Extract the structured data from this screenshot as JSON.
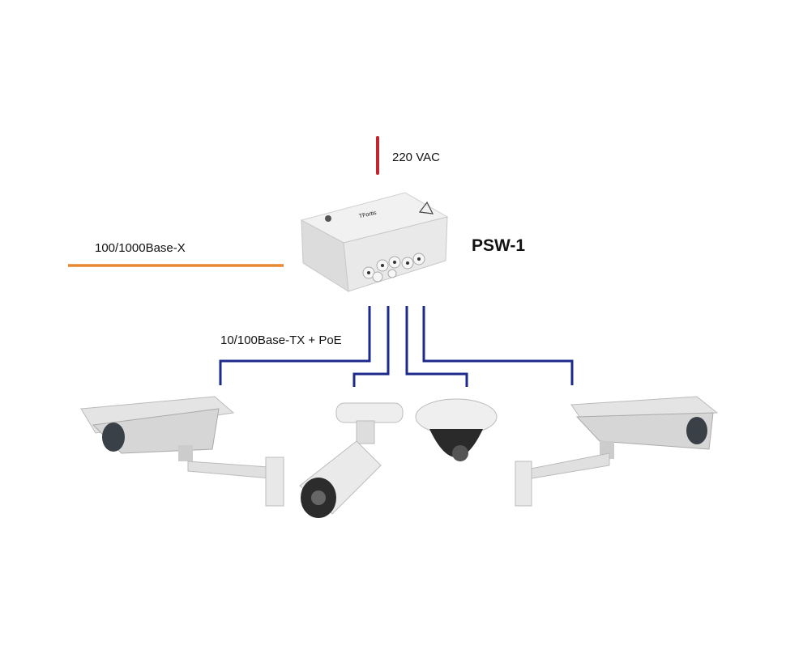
{
  "labels": {
    "power": "220 VAC",
    "uplink": "100/1000Base-X",
    "device": "PSW-1",
    "downlink": "10/100Base-TX + PoE",
    "box_brand": "TFortis"
  },
  "colors": {
    "power_line": "#c0262b",
    "uplink_line": "#e8892f",
    "poe_line": "#1c2a8c"
  },
  "icons": [
    "poe-switch-box",
    "housing-camera",
    "bullet-camera",
    "dome-camera",
    "housing-camera"
  ]
}
